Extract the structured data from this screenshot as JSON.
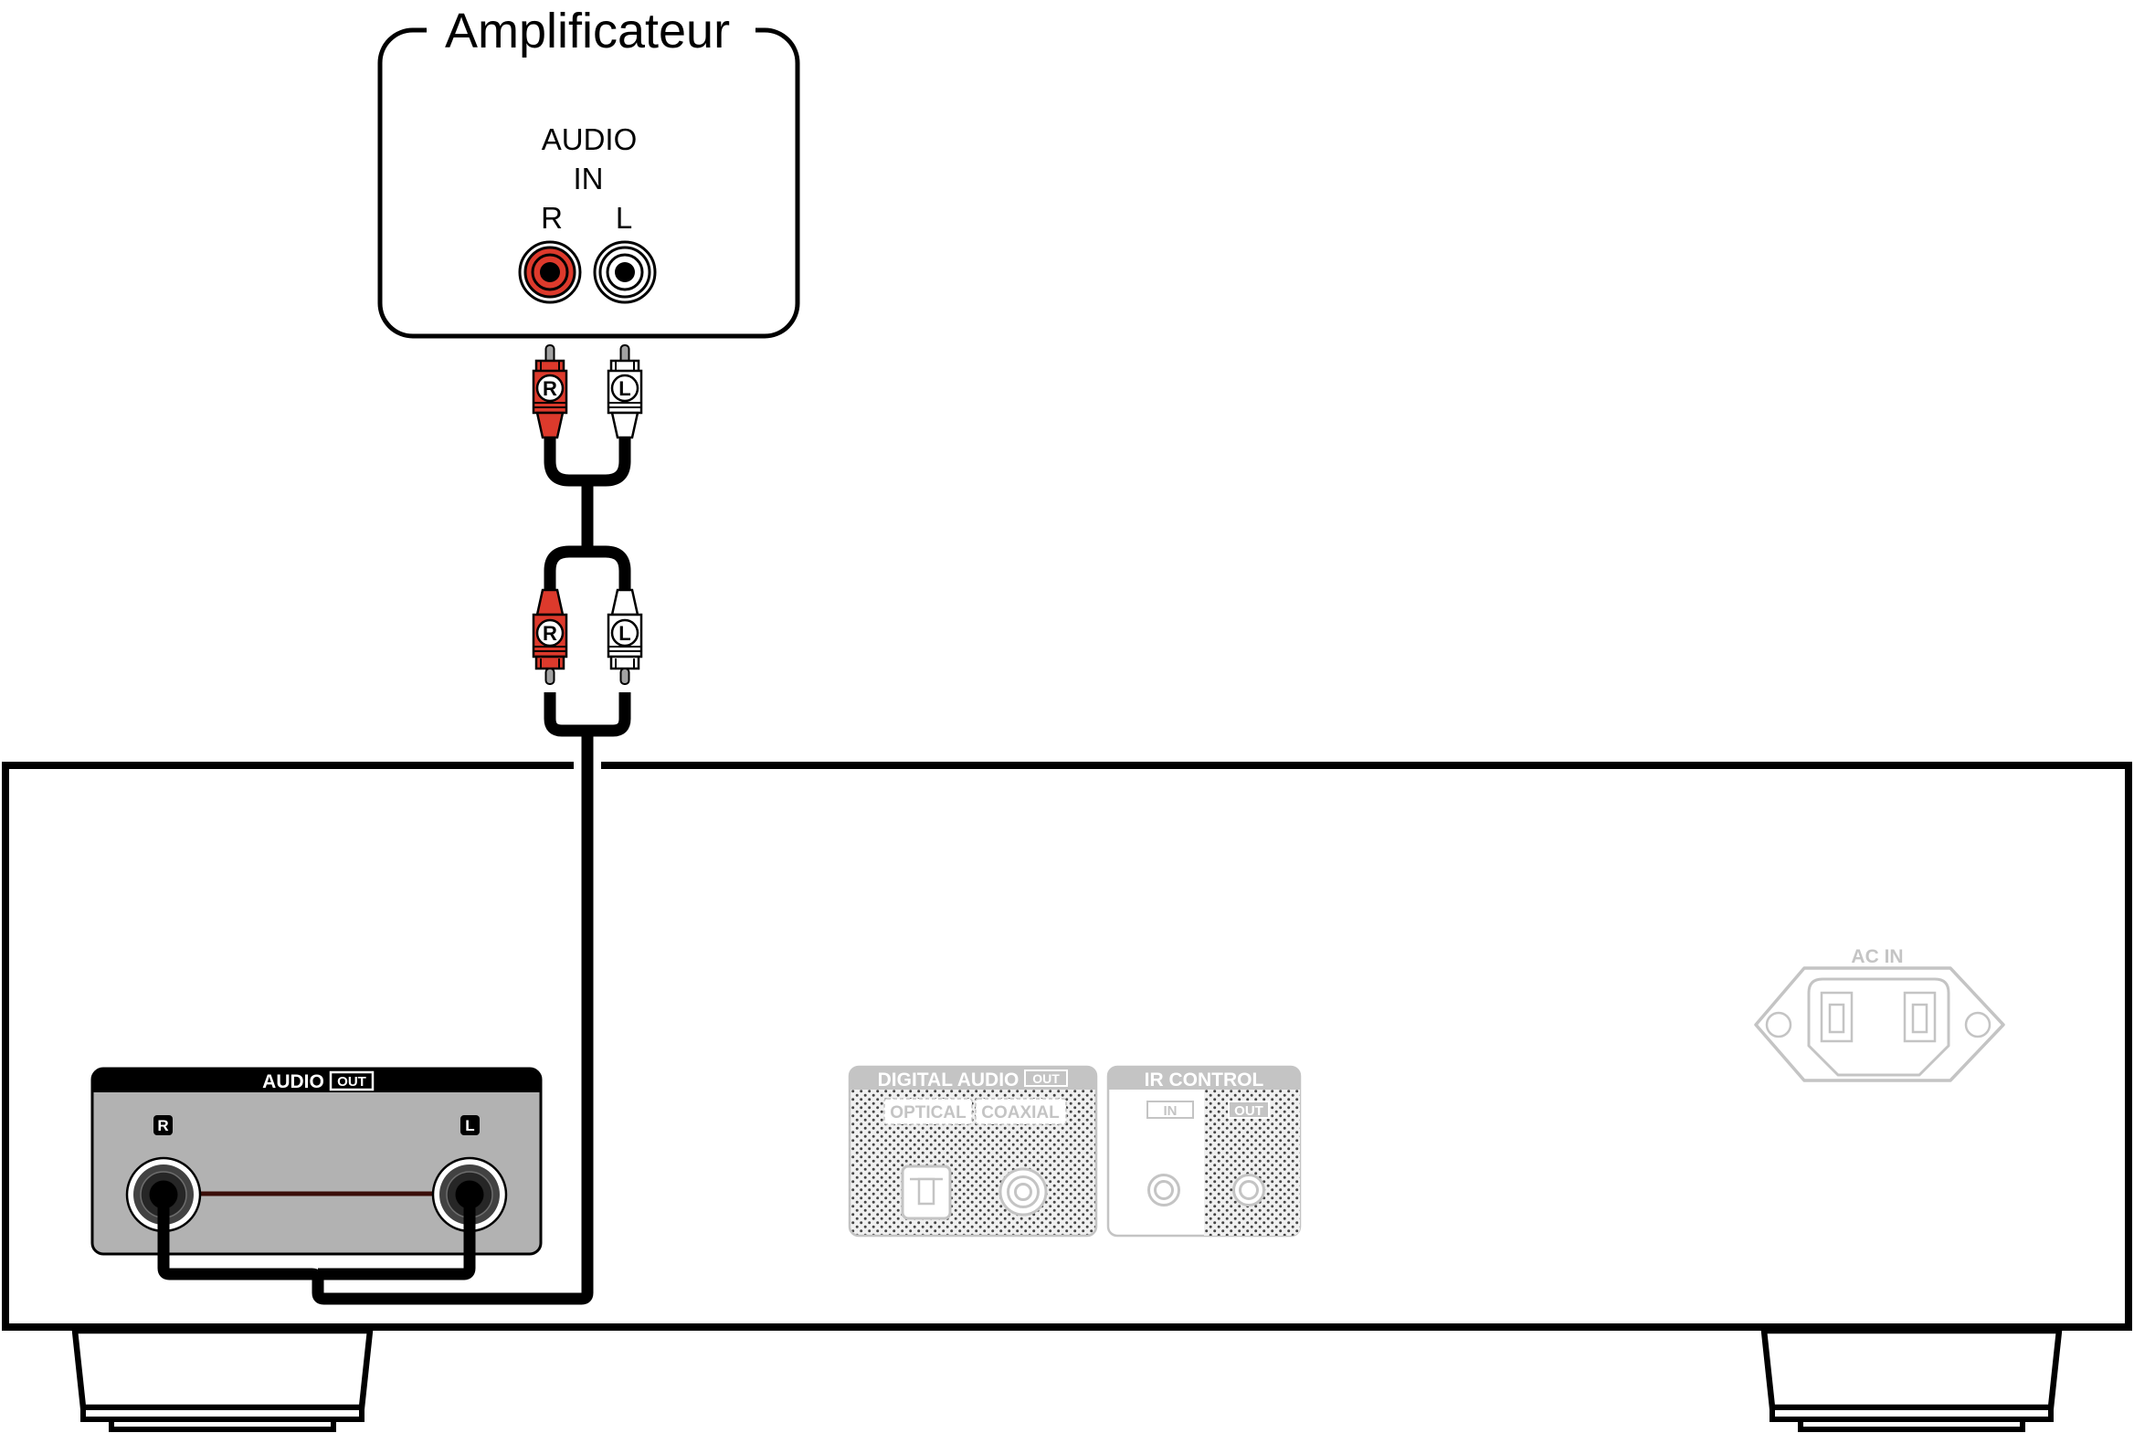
{
  "amplifier": {
    "title": "Amplificateur",
    "audio_label": "AUDIO",
    "in_label": "IN",
    "right_label": "R",
    "left_label": "L"
  },
  "cable": {
    "right_plug_label": "R",
    "left_plug_label": "L"
  },
  "device": {
    "audio_out": {
      "title": "AUDIO",
      "badge": "OUT",
      "right_label": "R",
      "left_label": "L"
    },
    "digital_audio": {
      "title": "DIGITAL AUDIO",
      "badge": "OUT",
      "optical_label": "OPTICAL",
      "coaxial_label": "COAXIAL"
    },
    "ir_control": {
      "title": "IR CONTROL",
      "in_label": "IN",
      "out_label": "OUT"
    },
    "ac_in": {
      "label": "AC IN"
    }
  },
  "colors": {
    "cable_black": "#000000",
    "rca_red": "#dd3a2c",
    "rca_white": "#ffffff",
    "pin_gray": "#a2a2a2",
    "audio_out_panel_gray": "#b2b2b2",
    "disabled_gray": "#c4c4c4",
    "jack_link_maroon": "#3a0d08"
  }
}
